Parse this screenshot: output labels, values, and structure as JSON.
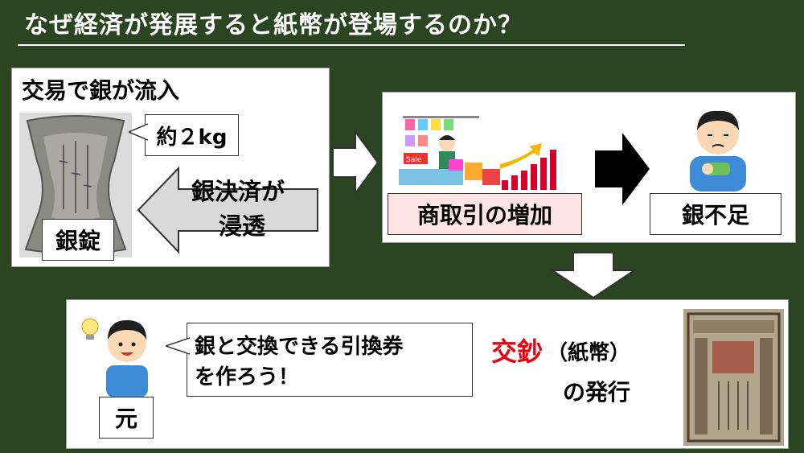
{
  "title": "なぜ経済が発展すると紙幣が登場するのか？",
  "panel1": {
    "heading": "交易で銀が流入",
    "weight_label": "約２kg",
    "ingot_label": "銀錠",
    "arrow_text_line1": "銀決済が",
    "arrow_text_line2": "浸透"
  },
  "panel2": {
    "commerce_label": "商取引の増加",
    "shortage_label": "銀不足",
    "sale_tag": "Sale"
  },
  "panel3": {
    "person_label": "元",
    "speech_line1": "銀と交換できる引換券",
    "speech_line2": "を作ろう！",
    "jiaochao": "交鈔",
    "paren": "（紙幣）",
    "issue": "の発行"
  },
  "colors": {
    "background": "#2b4522",
    "accent_red": "#e60012",
    "highlight_pink": "#fde3e3"
  }
}
